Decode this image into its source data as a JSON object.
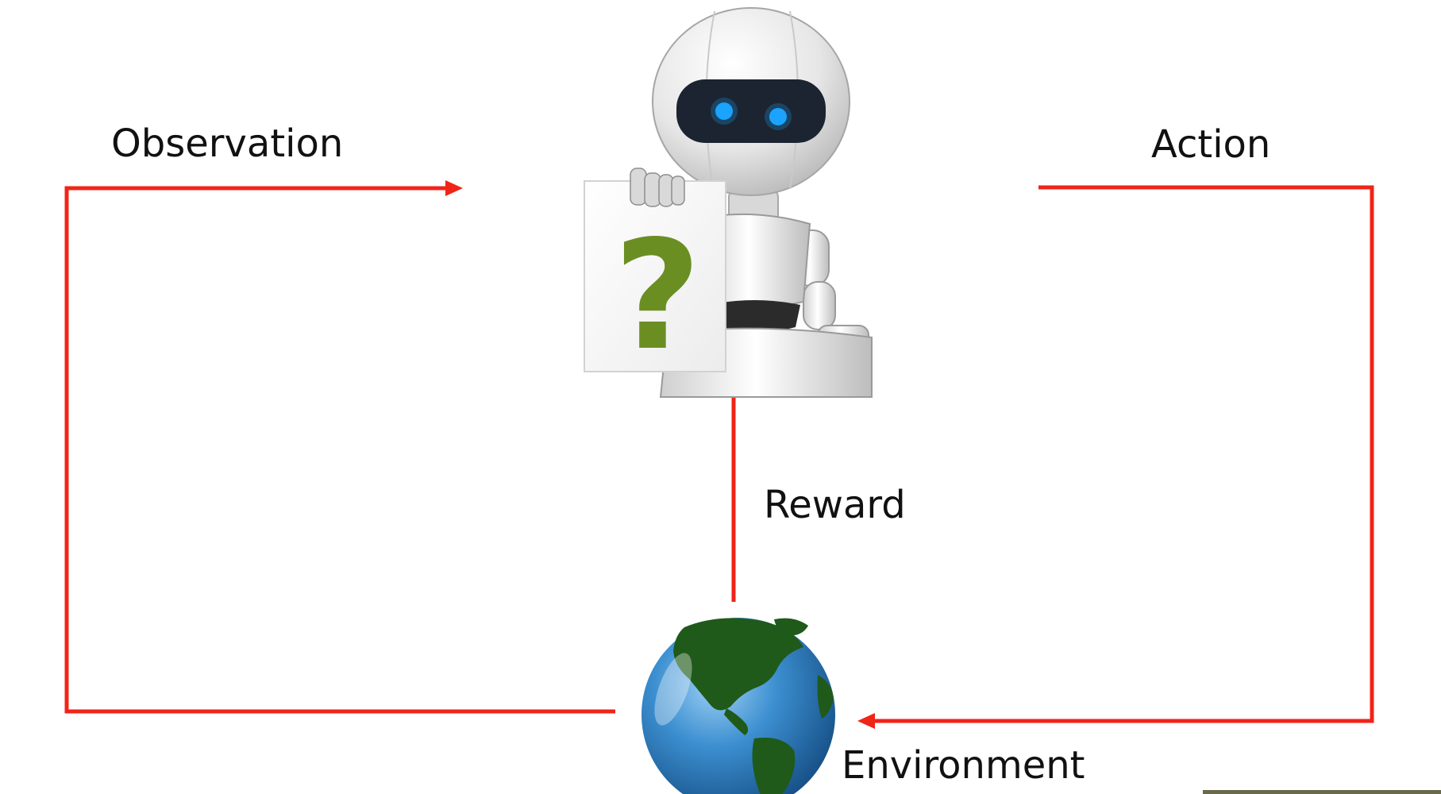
{
  "labels": {
    "observation": "Observation",
    "action": "Action",
    "reward": "Reward",
    "environment": "Environment"
  },
  "agent": {
    "name": "robot-agent",
    "sign_symbol": "?",
    "sign_color": "#6b8e23"
  },
  "environment": {
    "name": "globe"
  },
  "colors": {
    "arrow": "#f02418",
    "ocean": "#2a7bbd",
    "land": "#1f5a1a",
    "robot_body": "#e9e9e9",
    "visor": "#1b2430",
    "eye": "#1aa3ff"
  }
}
